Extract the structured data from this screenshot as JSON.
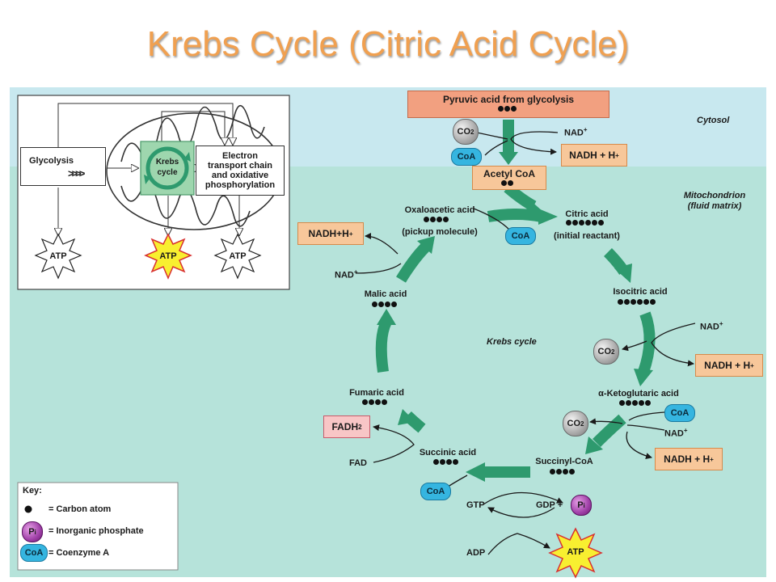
{
  "title": "Krebs Cycle (Citric Acid Cycle)",
  "regions": {
    "cytosol": "Cytosol",
    "mitochondrion_line1": "Mitochondrion",
    "mitochondrion_line2": "(fluid matrix)",
    "krebs_cycle": "Krebs cycle"
  },
  "inset": {
    "glycolysis": "Glycolysis",
    "krebs_line1": "Krebs",
    "krebs_line2": "cycle",
    "etc_line1": "Electron",
    "etc_line2": "transport chain",
    "etc_line3": "and oxidative",
    "etc_line4": "phosphorylation",
    "atp1": "ATP",
    "atp2": "ATP",
    "atp3": "ATP"
  },
  "pyruvate": {
    "label": "Pyruvic acid from glycolysis",
    "carbons": 3
  },
  "acetyl_coa": {
    "label": "Acetyl CoA",
    "carbons": 2
  },
  "citric": {
    "line1": "Citric acid",
    "line2": "(initial reactant)",
    "carbons": 6
  },
  "isocitric": {
    "label": "Isocitric acid",
    "carbons": 6
  },
  "ketoglutaric": {
    "label": "α-Ketoglutaric acid",
    "carbons": 5
  },
  "succinyl": {
    "label": "Succinyl-CoA",
    "carbons": 4
  },
  "succinic": {
    "label": "Succinic acid",
    "carbons": 4
  },
  "fumaric": {
    "label": "Fumaric acid",
    "carbons": 4
  },
  "malic": {
    "label": "Malic acid",
    "carbons": 4
  },
  "oxaloacetic": {
    "line1": "Oxaloacetic acid",
    "line2": "(pickup molecule)",
    "carbons": 4
  },
  "co2": "CO",
  "co2_sub": "2",
  "coa": "CoA",
  "nad": "NAD",
  "nad_sup": "+",
  "nadh": "NADH + H",
  "nadh_compact": "NADH+H",
  "nadh_sup": "+",
  "fadh2": "FADH",
  "fadh2_sub": "2",
  "fad": "FAD",
  "gtp": "GTP",
  "gdp": "GDP +",
  "adp": "ADP",
  "atp": "ATP",
  "pi": "P",
  "pi_sub": "i",
  "key": {
    "title": "Key:",
    "carbon": "= Carbon atom",
    "phosphate": "= Inorganic phosphate",
    "coenzyme": "= Coenzyme A"
  },
  "colors": {
    "title": "#f0a050",
    "cytosol": "#c8e8ef",
    "matrix": "#b6e3da",
    "arrow": "#2e9a6e"
  }
}
